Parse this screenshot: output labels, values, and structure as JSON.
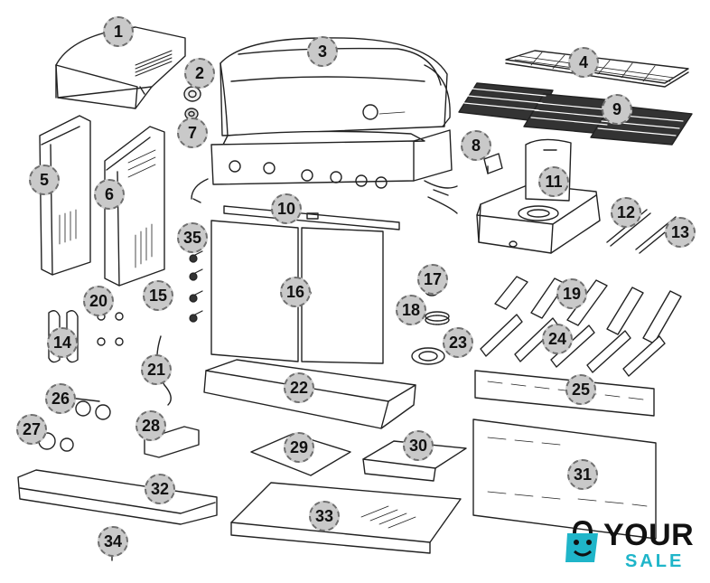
{
  "parts": [
    {
      "id": "part-1",
      "label": "1"
    },
    {
      "id": "part-2",
      "label": "2"
    },
    {
      "id": "part-3",
      "label": "3"
    },
    {
      "id": "part-4",
      "label": "4"
    },
    {
      "id": "part-5",
      "label": "5"
    },
    {
      "id": "part-6",
      "label": "6"
    },
    {
      "id": "part-7",
      "label": "7"
    },
    {
      "id": "part-8",
      "label": "8"
    },
    {
      "id": "part-9",
      "label": "9"
    },
    {
      "id": "part-10",
      "label": "10"
    },
    {
      "id": "part-11",
      "label": "11"
    },
    {
      "id": "part-12",
      "label": "12"
    },
    {
      "id": "part-13",
      "label": "13"
    },
    {
      "id": "part-14",
      "label": "14"
    },
    {
      "id": "part-15",
      "label": "15"
    },
    {
      "id": "part-16",
      "label": "16"
    },
    {
      "id": "part-17",
      "label": "17"
    },
    {
      "id": "part-18",
      "label": "18"
    },
    {
      "id": "part-19",
      "label": "19"
    },
    {
      "id": "part-20",
      "label": "20"
    },
    {
      "id": "part-21",
      "label": "21"
    },
    {
      "id": "part-22",
      "label": "22"
    },
    {
      "id": "part-23",
      "label": "23"
    },
    {
      "id": "part-24",
      "label": "24"
    },
    {
      "id": "part-25",
      "label": "25"
    },
    {
      "id": "part-26",
      "label": "26"
    },
    {
      "id": "part-27",
      "label": "27"
    },
    {
      "id": "part-28",
      "label": "28"
    },
    {
      "id": "part-29",
      "label": "29"
    },
    {
      "id": "part-30",
      "label": "30"
    },
    {
      "id": "part-31",
      "label": "31"
    },
    {
      "id": "part-32",
      "label": "32"
    },
    {
      "id": "part-33",
      "label": "33"
    },
    {
      "id": "part-34",
      "label": "34"
    },
    {
      "id": "part-35",
      "label": "35"
    }
  ],
  "logo": {
    "word_top": "YOUR",
    "word_bottom": "SALE",
    "color_dark": "#111111",
    "color_accent": "#1fb5c9"
  },
  "colors": {
    "line": "#222222",
    "badge_fill": "#c9c9c9",
    "badge_border": "#6f6f6f"
  }
}
